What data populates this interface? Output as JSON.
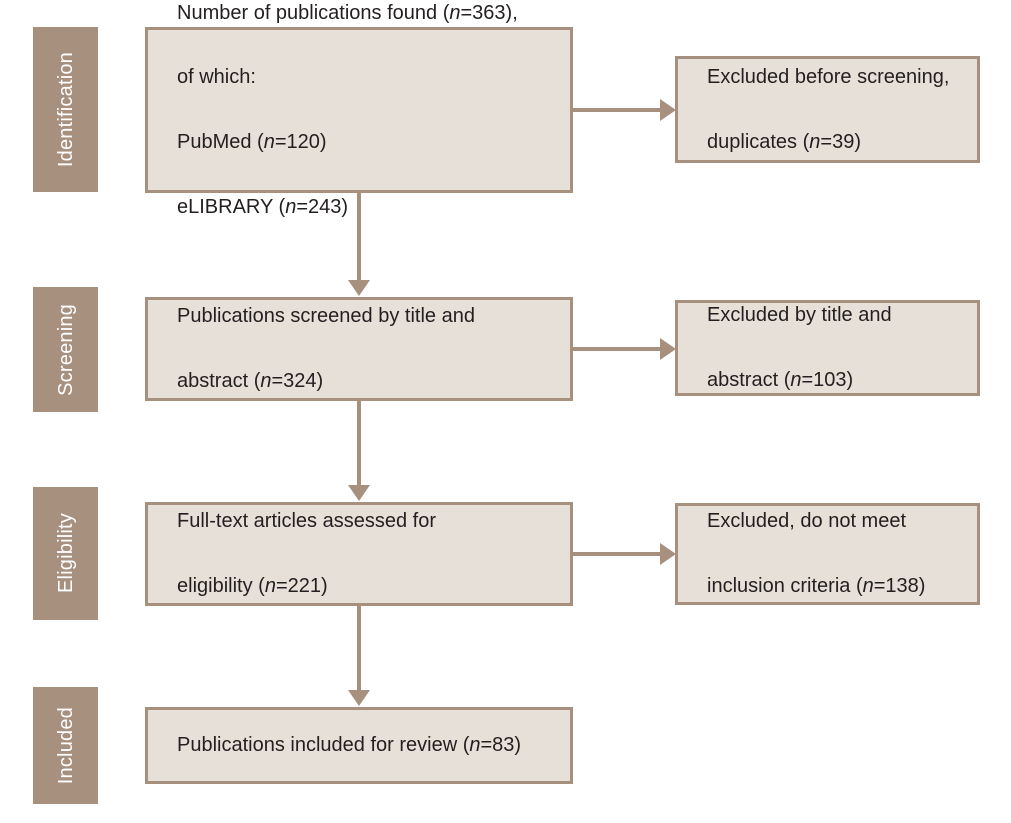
{
  "diagram": {
    "type": "prisma-flow-diagram",
    "title": "",
    "colors": {
      "stage_block_fill": "#a8907f",
      "stage_block_text": "#ffffff",
      "box_fill": "#e6e0d9",
      "box_border": "#a8907f",
      "box_text": "#231f20",
      "connector": "#a8907f",
      "background": "#ffffff"
    },
    "stages": [
      {
        "id": "identification",
        "label": "Identification"
      },
      {
        "id": "screening",
        "label": "Screening"
      },
      {
        "id": "eligibility",
        "label": "Eligibility"
      },
      {
        "id": "included",
        "label": "Included"
      }
    ],
    "main_boxes": [
      {
        "id": "records-found",
        "stage": "identification",
        "lines": [
          {
            "text": "Number of publications found (",
            "n_italic": "n",
            "suffix": "=363),"
          },
          {
            "text": "of which:"
          },
          {
            "text": "PubMed (",
            "n_italic": "n",
            "suffix": "=120)"
          },
          {
            "text": "eLIBRARY (",
            "n_italic": "n",
            "suffix": "=243)"
          }
        ],
        "plain_text": "Number of publications found (n=363), of which: PubMed (n=120) eLIBRARY (n=243)",
        "counts": {
          "total": 363,
          "pubmed": 120,
          "elibrary": 243
        }
      },
      {
        "id": "records-screened",
        "stage": "screening",
        "plain_text": "Publications screened by title and abstract (n=324)",
        "counts": {
          "total": 324
        }
      },
      {
        "id": "fulltext-assessed",
        "stage": "eligibility",
        "plain_text": "Full-text articles assessed for eligibility (n=221)",
        "counts": {
          "total": 221
        }
      },
      {
        "id": "included-for-review",
        "stage": "included",
        "plain_text": "Publications included for review (n=83)",
        "counts": {
          "total": 83
        }
      }
    ],
    "exclusion_boxes": [
      {
        "id": "excluded-duplicates",
        "stage": "identification",
        "plain_text": "Excluded before screening, duplicates (n=39)",
        "counts": {
          "total": 39
        }
      },
      {
        "id": "excluded-title-abstract",
        "stage": "screening",
        "plain_text": "Excluded by title and abstract (n=103)",
        "counts": {
          "total": 103
        }
      },
      {
        "id": "excluded-criteria",
        "stage": "eligibility",
        "plain_text": "Excluded, do not meet inclusion criteria (n=138)",
        "counts": {
          "total": 138
        }
      }
    ],
    "text": {
      "stage_identification": "Identification",
      "stage_screening": "Screening",
      "stage_eligibility": "Eligibility",
      "stage_included": "Included",
      "box1_line1_a": "Number of publications found (",
      "box1_line1_n": "n",
      "box1_line1_b": "=363),",
      "box1_line2": "of which:",
      "box1_line3_a": "PubMed (",
      "box1_line3_n": "n",
      "box1_line3_b": "=120)",
      "box1_line4_a": "eLIBRARY (",
      "box1_line4_n": "n",
      "box1_line4_b": "=243)",
      "excl1_line1": "Excluded before screening,",
      "excl1_line2_a": "duplicates (",
      "excl1_line2_n": "n",
      "excl1_line2_b": "=39)",
      "box2_line1": "Publications screened by title and",
      "box2_line2_a": "abstract (",
      "box2_line2_n": "n",
      "box2_line2_b": "=324)",
      "excl2_line1": "Excluded by title and",
      "excl2_line2_a": "abstract (",
      "excl2_line2_n": "n",
      "excl2_line2_b": "=103)",
      "box3_line1": "Full-text articles assessed for",
      "box3_line2_a": "eligibility (",
      "box3_line2_n": "n",
      "box3_line2_b": "=221)",
      "excl3_line1": "Excluded, do not meet",
      "excl3_line2_a": "inclusion criteria (",
      "excl3_line2_n": "n",
      "excl3_line2_b": "=138)",
      "box4_line1_a": "Publications included for review (",
      "box4_line1_n": "n",
      "box4_line1_b": "=83)"
    }
  }
}
